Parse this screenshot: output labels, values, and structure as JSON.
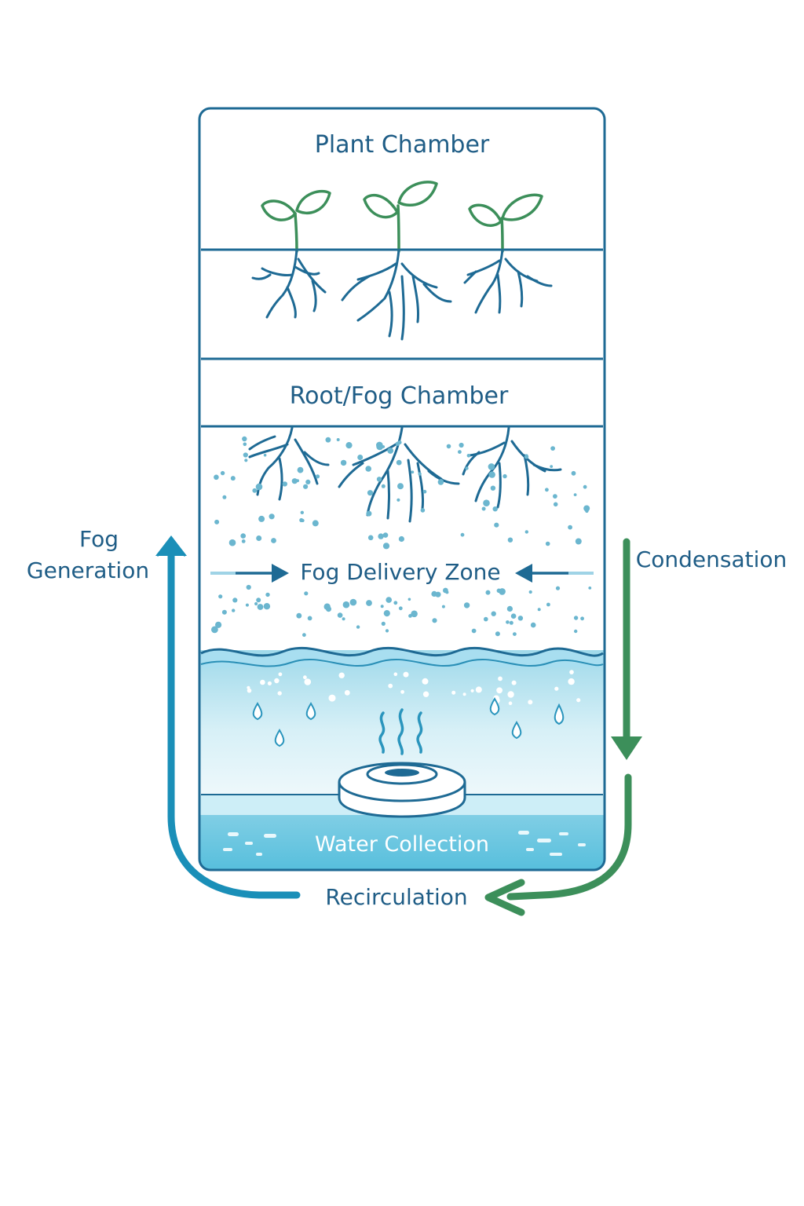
{
  "labels": {
    "plant_chamber": "Plant Chamber",
    "root_fog_chamber": "Root/Fog Chamber",
    "fog_delivery_zone": "Fog Delivery Zone",
    "water_collection": "Water Collection",
    "fog_generation_line1": "Fog",
    "fog_generation_line2": "Generation",
    "condensation": "Condensation",
    "recirculation": "Recirculation"
  },
  "colors": {
    "outline": "#1e6a94",
    "text": "#1f5d86",
    "plant_green": "#3c8f5a",
    "cycle_blue": "#1a8fb8",
    "cycle_green": "#3c8f5a",
    "water": "#5cc3de",
    "fog": "#6bb6cf"
  },
  "icons": {
    "seedlings": "seedling-icon",
    "mist_maker": "ultrasonic-mister-icon",
    "steam": "steam-icon",
    "droplets": "droplet-icon"
  }
}
